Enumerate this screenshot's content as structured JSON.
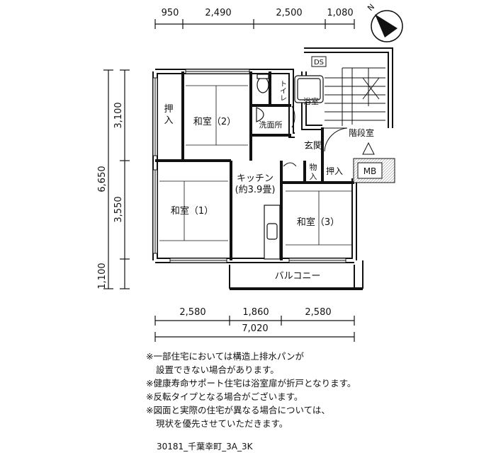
{
  "dimensions": {
    "top": [
      "950",
      "2,490",
      "2,500",
      "1,080"
    ],
    "bottom": [
      "2,580",
      "1,860",
      "2,580"
    ],
    "bottom_total": "7,020",
    "left_total": "6,650",
    "left": [
      "3,100",
      "3,550",
      "1,100"
    ]
  },
  "compass": {
    "north": "N"
  },
  "rooms": {
    "oshiire_left": "押入",
    "washitsu2": "和室（2）",
    "toilet": "トイレ",
    "bath": "浴室",
    "ds": "DS",
    "washroom": "洗面所",
    "stairs": "階段室",
    "genkan": "玄関",
    "mono": "物入",
    "oshiire_mid": "押入",
    "mb": "MB",
    "kitchen": "キッチン",
    "kitchen_size": "(約3.9畳)",
    "washitsu1": "和室（1）",
    "washitsu3": "和室（3）",
    "balcony": "バルコニー"
  },
  "notes": [
    "※一部住宅においては構造上排水パンが",
    "設置できない場合があります。",
    "※健康寿命サポート住宅は浴室扉が折戸となります。",
    "※反転タイプとなる場合がございます。",
    "※図面と実際の住宅が異なる場合については、",
    "現状を優先させていただきます。"
  ],
  "plan_code": "30181_千葉幸町_3A_3K"
}
